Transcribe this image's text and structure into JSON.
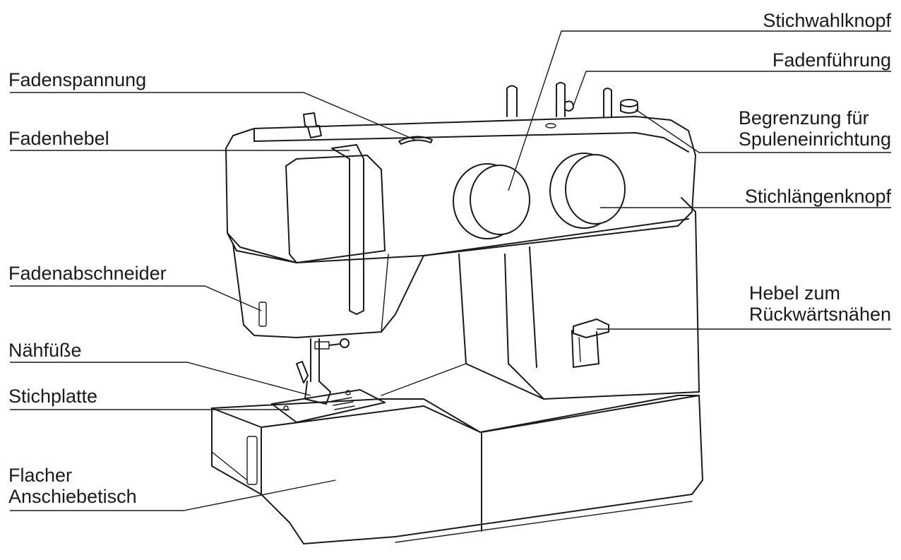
{
  "labels": {
    "stichwahlknopf": "Stichwahlknopf",
    "fadenfuehrung": "Fadenführung",
    "begrenzung_line1": "Begrenzung für",
    "begrenzung_line2": "Spuleneinrichtung",
    "stichlaengenknopf": "Stichlängenknopf",
    "hebel_line1": "Hebel zum",
    "hebel_line2": "Rückwärtsnähen",
    "fadenspannung": "Fadenspannung",
    "fadenhebel": "Fadenhebel",
    "fadenabschneider": "Fadenabschneider",
    "naehfuesse": "Nähfüße",
    "stichplatte": "Stichplatte",
    "flacher_line1": "Flacher",
    "flacher_line2": "Anschiebetisch"
  }
}
